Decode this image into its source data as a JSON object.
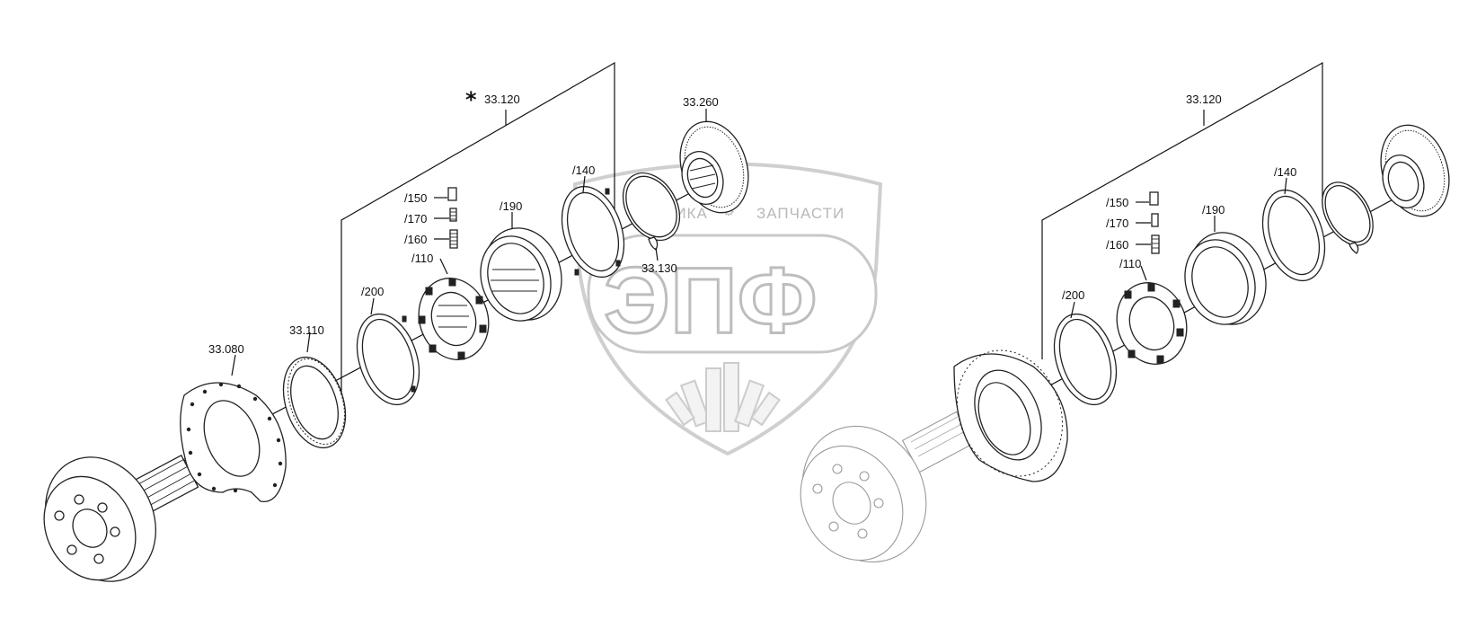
{
  "watermark": {
    "top_left_text": "ТЕХНИКА",
    "top_right_text": "ЗАПЧАСТИ",
    "logo_text": "ЭПФ"
  },
  "left_assembly": {
    "star_mark": "*",
    "assembly_label": "33.120",
    "labels": {
      "p33080": "33.080",
      "p33110": "33.110",
      "p200": "/200",
      "p110": "/110",
      "p160": "/160",
      "p170": "/170",
      "p150": "/150",
      "p190": "/190",
      "p140": "/140",
      "p33130": "33.130",
      "p33260": "33.260"
    }
  },
  "right_assembly": {
    "assembly_label": "33.120",
    "labels": {
      "p200": "/200",
      "p110": "/110",
      "p160": "/160",
      "p170": "/170",
      "p150": "/150",
      "p190": "/190",
      "p140": "/140"
    }
  }
}
